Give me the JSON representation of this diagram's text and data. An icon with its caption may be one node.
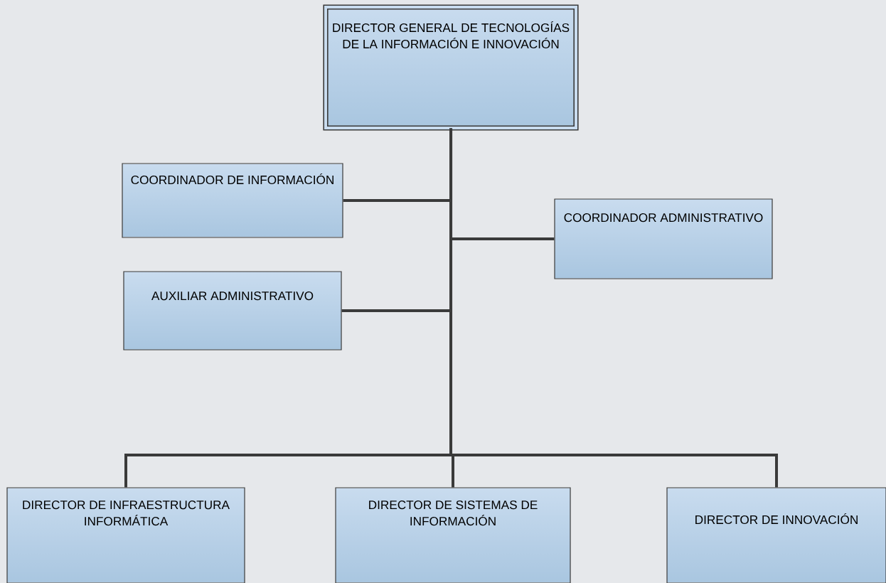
{
  "diagram": {
    "nodes": [
      {
        "text": [
          "DIRECTOR GENERAL DE TECNOLOGÍAS DE LA INFORMACIÓN  E INNOVACIÓN"
        ]
      },
      {
        "text": [
          "COORDINADOR DE INFORMACIÓN"
        ]
      },
      {
        "text": [
          "COORDINADOR ADMINISTRATIVO"
        ]
      },
      {
        "text": [
          "AUXILIAR ADMINISTRATIVO"
        ]
      },
      {
        "text": [
          "DIRECTOR DE INFRAESTRUCTURA INFORMÁTICA"
        ]
      },
      {
        "text": [
          "DIRECTOR DE SISTEMAS DE INFORMACIÓN"
        ]
      },
      {
        "text": [
          "DIRECTOR DE INNOVACIÓN"
        ]
      }
    ],
    "edges": [
      {
        "from": 0,
        "to": 1,
        "arrow": "none"
      },
      {
        "from": 0,
        "to": 2,
        "arrow": "none"
      },
      {
        "from": 0,
        "to": 3,
        "arrow": "none"
      },
      {
        "from": 0,
        "to": 4,
        "arrow": "none"
      },
      {
        "from": 0,
        "to": 5,
        "arrow": "none"
      },
      {
        "from": 0,
        "to": 6,
        "arrow": "none"
      }
    ]
  }
}
